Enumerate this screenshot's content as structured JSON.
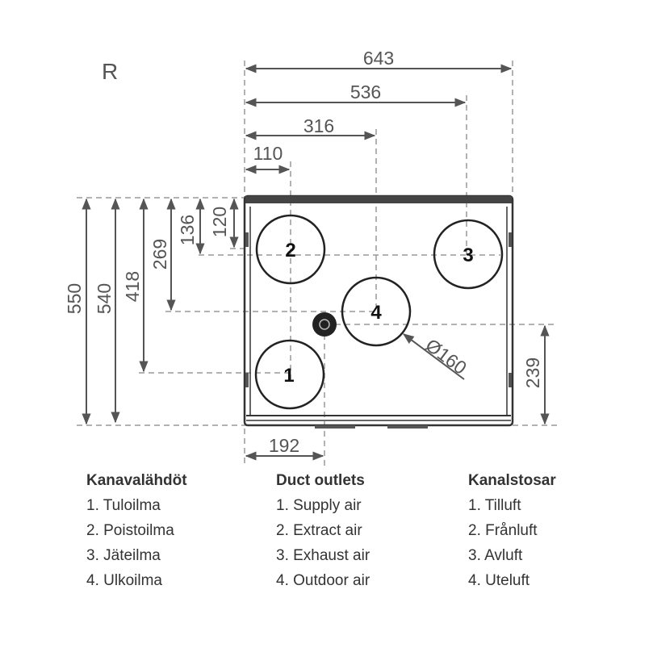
{
  "view_label": "R",
  "dimensions": {
    "width_total": "643",
    "to_outlet3": "536",
    "to_outlet4": "316",
    "to_outlet2_1": "110",
    "height_total": "550",
    "height_body": "540",
    "to_outlet1": "418",
    "to_outlet4_v": "269",
    "to_outlet3_v": "136",
    "to_outlet2_v": "120",
    "condensate_height": "239",
    "condensate_x": "192",
    "duct_diameter": "Ø160"
  },
  "outlets": [
    "1",
    "2",
    "3",
    "4"
  ],
  "legend": [
    {
      "title": "Kanavalähdöt",
      "items": [
        "1. Tuloilma",
        "2. Poistoilma",
        "3. Jäteilma",
        "4. Ulkoilma"
      ]
    },
    {
      "title": "Duct outlets",
      "items": [
        "1. Supply air",
        "2. Extract air",
        "3. Exhaust air",
        "4. Outdoor air"
      ]
    },
    {
      "title": "Kanalstosar",
      "items": [
        "1. Tilluft",
        "2. Frånluft",
        "3. Avluft",
        "4. Uteluft"
      ]
    }
  ]
}
